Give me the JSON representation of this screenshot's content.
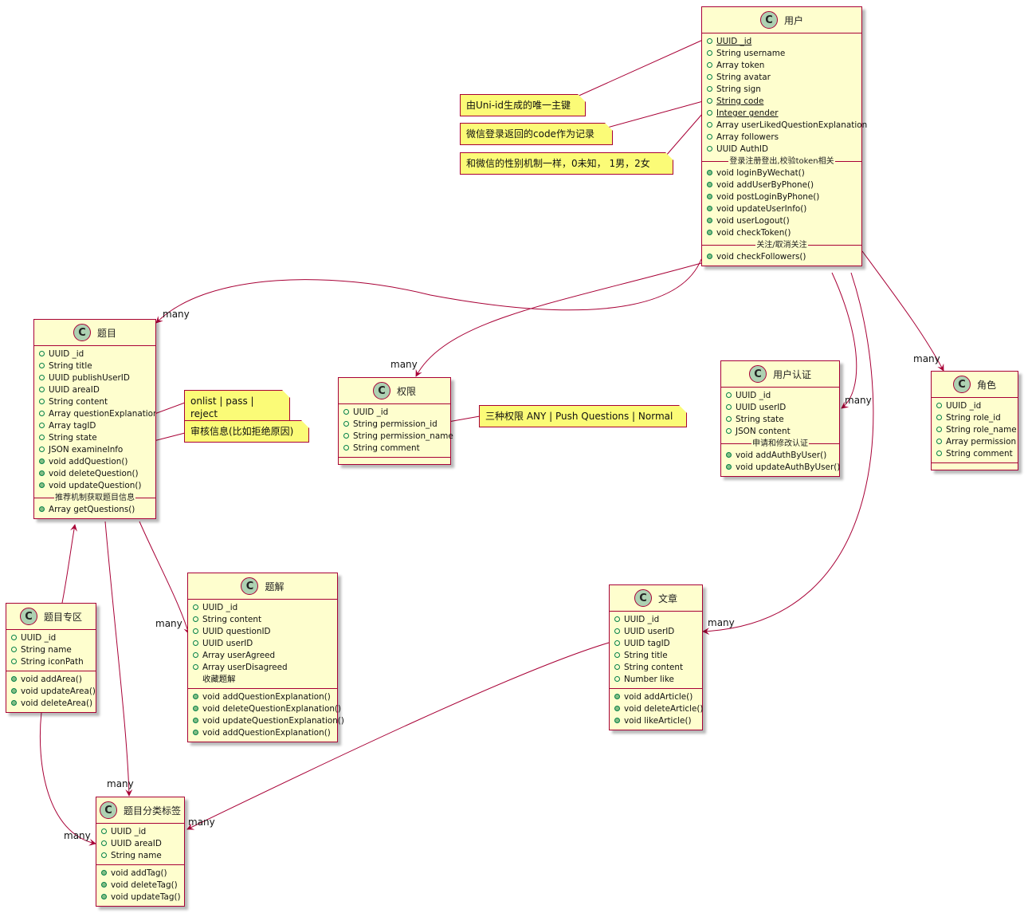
{
  "classes": {
    "user": {
      "icon": "C",
      "name": "用户",
      "attrs": [
        "UUID _id",
        "String username",
        "Array token",
        "String avatar",
        "String sign",
        "String code",
        "Integer gender",
        "Array userLikedQuestionExplanation",
        "Array followers",
        "UUID AuthID"
      ],
      "sep1": "登录注册登出,校验token相关",
      "ops1": [
        "void loginByWechat()",
        "void addUserByPhone()",
        "void postLoginByPhone()",
        "void updateUserInfo()",
        "void userLogout()",
        "void checkToken()"
      ],
      "sep2": "关注/取消关注",
      "ops2": [
        "void checkFollowers()"
      ]
    },
    "question": {
      "icon": "C",
      "name": "题目",
      "attrs": [
        "UUID _id",
        "String title",
        "UUID publishUserID",
        "UUID areaID",
        "String content",
        "Array questionExplanation",
        "Array tagID",
        "String state",
        "JSON examineInfo"
      ],
      "ops1": [
        "void addQuestion()",
        "void deleteQuestion()",
        "void updateQuestion()"
      ],
      "sep1": "推荐机制获取题目信息",
      "ops2": [
        "Array getQuestions()"
      ]
    },
    "permission": {
      "icon": "C",
      "name": "权限",
      "attrs": [
        "UUID _id",
        "String permission_id",
        "String permission_name",
        "String comment"
      ]
    },
    "auth": {
      "icon": "C",
      "name": "用户认证",
      "attrs": [
        "UUID _id",
        "UUID userID",
        "String state",
        "JSON content"
      ],
      "sep1": "申请和修改认证",
      "ops1": [
        "void addAuthByUser()",
        "void updateAuthByUser()"
      ]
    },
    "role": {
      "icon": "C",
      "name": "角色",
      "attrs": [
        "UUID _id",
        "String role_id",
        "String role_name",
        "Array permission",
        "String comment"
      ]
    },
    "explanation": {
      "icon": "C",
      "name": "题解",
      "attrs": [
        "UUID _id",
        "String content",
        "UUID questionID",
        "UUID userID",
        "Array userAgreed",
        "Array userDisagreed"
      ],
      "plain": "收藏题解",
      "ops1": [
        "void addQuestionExplanation()",
        "void deleteQuestionExplanation()",
        "void updateQuestionExplanation()",
        "void addQuestionExplanation()"
      ]
    },
    "area": {
      "icon": "C",
      "name": "题目专区",
      "attrs": [
        "UUID _id",
        "String name",
        "String iconPath"
      ],
      "ops1": [
        "void addArea()",
        "void updateArea()",
        "void deleteArea()"
      ]
    },
    "article": {
      "icon": "C",
      "name": "文章",
      "attrs": [
        "UUID _id",
        "UUID userID",
        "UUID tagID",
        "String title",
        "String content",
        "Number like"
      ],
      "ops1": [
        "void addArticle()",
        "void deleteArticle()",
        "void likeArticle()"
      ]
    },
    "tag": {
      "icon": "C",
      "name": "题目分类标签",
      "attrs": [
        "UUID _id",
        "UUID areaID",
        "String name"
      ],
      "ops1": [
        "void addTag()",
        "void deleteTag()",
        "void updateTag()"
      ]
    }
  },
  "notes": {
    "uniid": "由Uni-id生成的唯一主键",
    "code": "微信登录返回的code作为记录",
    "gender": "和微信的性别机制一样，0未知， 1男，2女",
    "state": "onlist | pass | reject",
    "examine": "审核信息(比如拒绝原因)",
    "perm": "三种权限 ANY | Push Questions | Normal"
  },
  "labels": {
    "many": "many"
  }
}
